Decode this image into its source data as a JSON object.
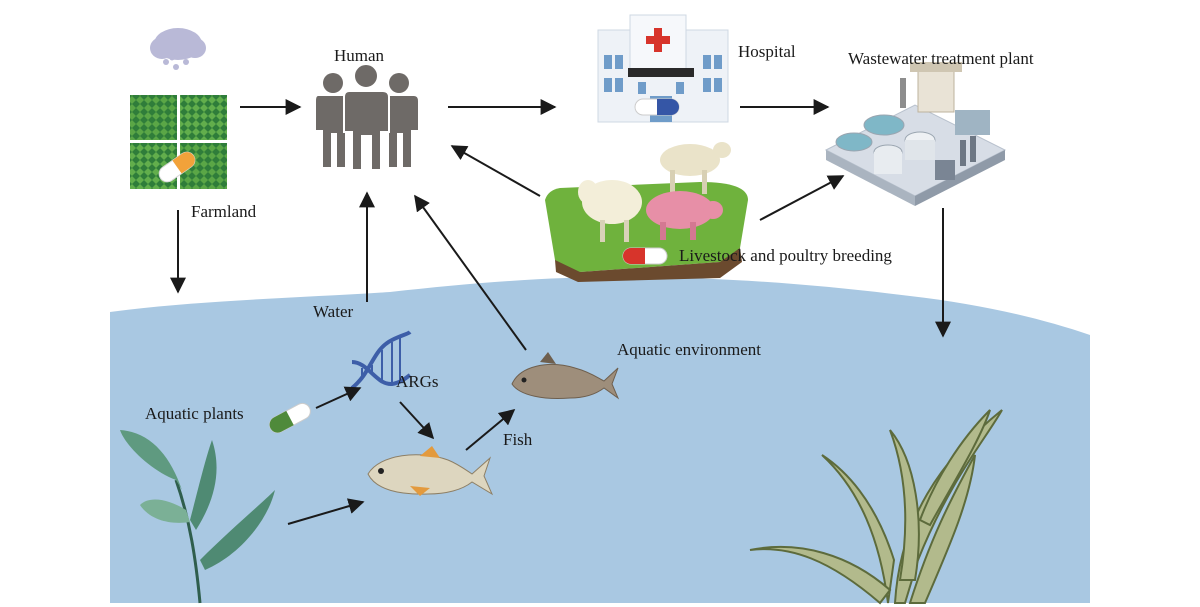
{
  "labels": {
    "human": "Human",
    "hospital": "Hospital",
    "wwtp": "Wastewater treatment plant",
    "farmland": "Farmland",
    "livestock": "Livestock and poultry breeding",
    "water": "Water",
    "aquatic_environment": "Aquatic environment",
    "args": "ARGs",
    "aquatic_plants": "Aquatic plants",
    "fish": "Fish"
  },
  "icons": [
    "cloud-rain-icon",
    "farmland-field-icon",
    "human-group-icon",
    "hospital-building-icon",
    "wastewater-plant-icon",
    "livestock-farm-icon",
    "dna-helix-icon",
    "fish-icon",
    "flatfish-icon",
    "aquatic-plant-icon",
    "seaweed-icon",
    "antibiotic-capsule-icon"
  ],
  "colors": {
    "water": "#a9c8e2",
    "arrow": "#1a1a1a",
    "human": "#6e6a67",
    "capsule_orange": "#f2a23a",
    "capsule_green": "#4f8a3a",
    "capsule_red": "#d7342b",
    "capsule_blue": "#3556a6",
    "dna": "#3d5ea8",
    "plant": "#4f8a73",
    "seaweed": "#6f7d4b"
  }
}
